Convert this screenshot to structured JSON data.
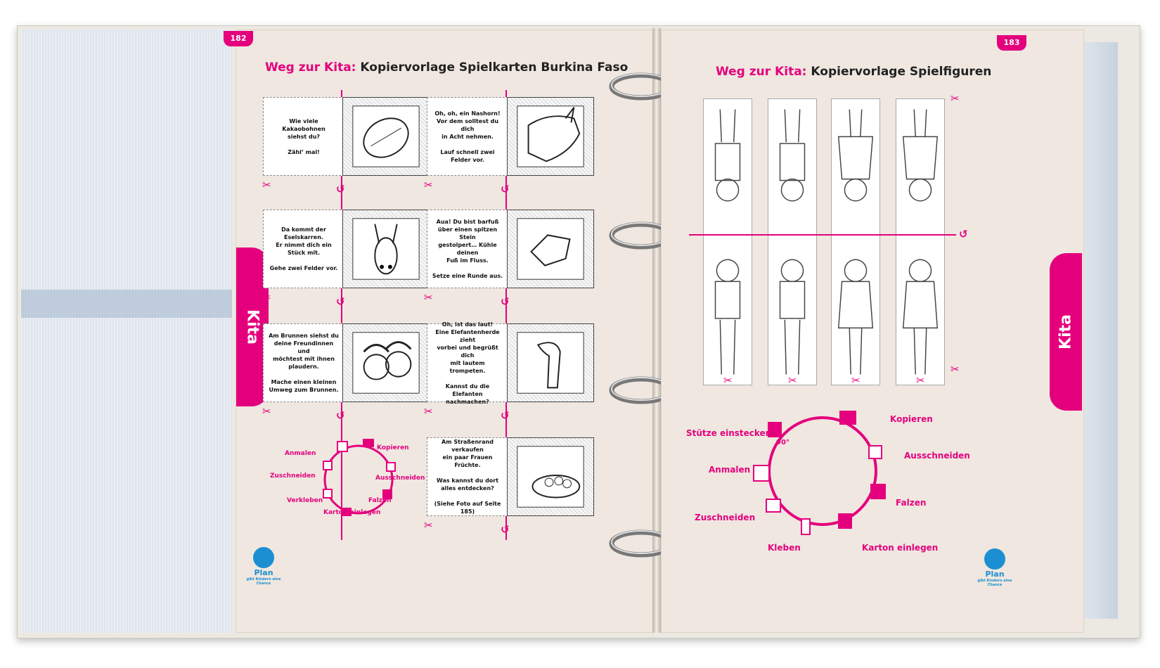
{
  "left_page": {
    "page_number": "182",
    "title_highlight": "Weg zur Kita:",
    "title_rest": "Kopiervorlage Spielkarten Burkina Faso",
    "tab_label": "Kita",
    "cards": [
      {
        "text": "Wie viele Kakaobohnen\nsiehst du?\n\nZähl’ mal!",
        "image": "cocoa-pod-icon"
      },
      {
        "text": "Oh, oh, ein Nashorn!\nVor dem solltest du dich\nin Acht nehmen.\n\nLauf schnell zwei\nFelder vor.",
        "image": "rhino-icon"
      },
      {
        "text": "Da kommt der Eselskarren.\nEr nimmt dich ein\nStück mit.\n\nGehe zwei Felder vor.",
        "image": "donkey-icon"
      },
      {
        "text": "Aua! Du bist barfuß\nüber einen spitzen Stein\ngestolpert… Kühle deinen\nFuß im Fluss.\n\nSetze eine Runde aus.",
        "image": "stone-icon"
      },
      {
        "text": "Am Brunnen siehst du\ndeine Freundinnen und\nmöchtest mit ihnen\nplaudern.\n\nMache einen kleinen\nUmweg zum Brunnen.",
        "image": "girls-icon"
      },
      {
        "text": "Oh, ist das laut!\nEine Elefantenherde zieht\nvorbei und begrüßt dich\nmit lautem trompeten.\n\nKannst du die Elefanten\nnachmachen?",
        "image": "elephant-trunk-icon"
      },
      {
        "text": "Am Straßenrand verkaufen\nein paar Frauen Früchte.\n\nWas kannst du dort\nalles entdecken?\n\n(Siehe Foto auf Seite 185)",
        "image": "fruit-basket-icon"
      }
    ],
    "cycle_labels": [
      "Kopieren",
      "Ausschneiden",
      "Falzen",
      "Karton einlegen",
      "Verkleben",
      "Zuschneiden",
      "Anmalen"
    ],
    "logo": {
      "name": "Plan",
      "tagline": "gibt Kindern eine Chance"
    }
  },
  "right_page": {
    "page_number": "183",
    "title_highlight": "Weg zur Kita:",
    "title_rest": "Kopiervorlage Spielfiguren",
    "tab_label": "Kita",
    "figures": [
      "boy-figure-icon",
      "boy-figure-icon",
      "girl-figure-icon",
      "girl-figure-icon"
    ],
    "angle_label": "90°",
    "cycle_labels": [
      "Kopieren",
      "Ausschneiden",
      "Falzen",
      "Karton einlegen",
      "Kleben",
      "Zuschneiden",
      "Anmalen",
      "Stütze einstecken"
    ],
    "logo": {
      "name": "Plan",
      "tagline": "gibt Kindern eine Chance"
    }
  },
  "colors": {
    "accent": "#e4007d",
    "page": "#efe7e0",
    "plan_blue": "#1b8fd1"
  }
}
